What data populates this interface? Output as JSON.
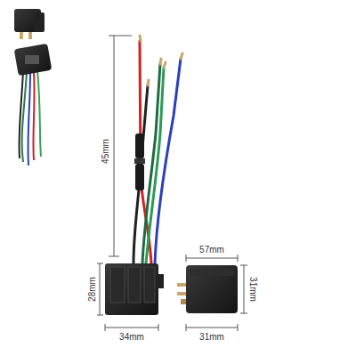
{
  "diagram": {
    "labels": [
      "45mm",
      "28mm",
      "34mm",
      "57mm",
      "31mm",
      "31mm"
    ]
  }
}
